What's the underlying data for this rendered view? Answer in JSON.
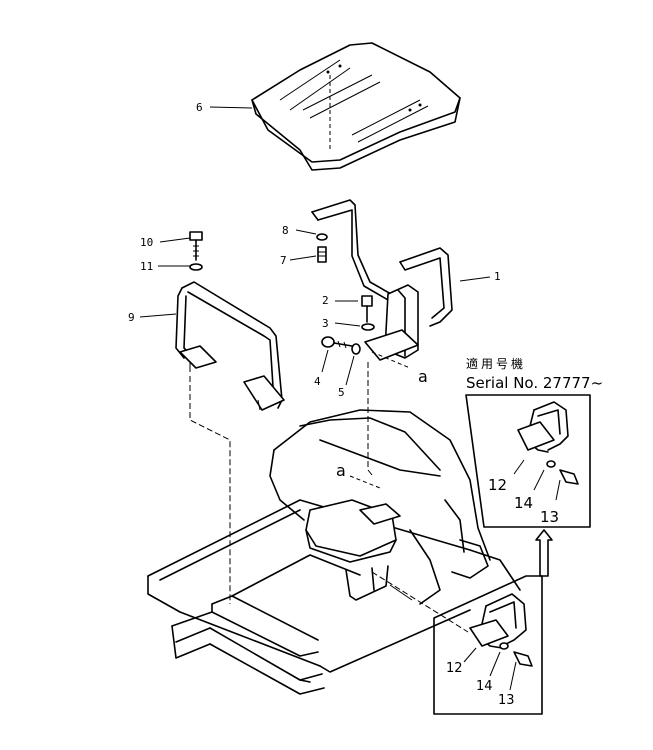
{
  "callouts": {
    "c1": "1",
    "c2": "2",
    "c3": "3",
    "c4": "4",
    "c5": "5",
    "c6": "6",
    "c7": "7",
    "c8": "8",
    "c9": "9",
    "c10": "10",
    "c11": "11"
  },
  "ref_a_upper": "a",
  "ref_a_lower": "a",
  "applicability": {
    "jp_label": "適用号機",
    "serial": "Serial No. 27777~"
  },
  "inset_upper": {
    "c12": "12",
    "c13": "13",
    "c14": "14"
  },
  "inset_lower": {
    "c12": "12",
    "c13": "13",
    "c14": "14"
  }
}
